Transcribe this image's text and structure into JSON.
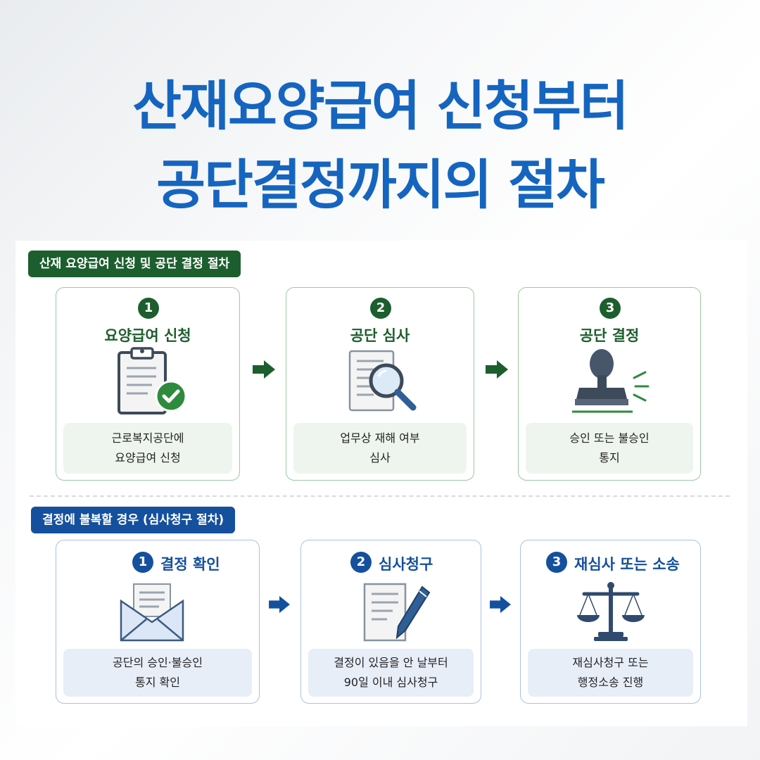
{
  "title": {
    "line1": "산재요양급여 신청부터",
    "line2": "공단결정까지의 절차"
  },
  "section1": {
    "label": "산재 요양급여 신청 및 공단 결정 절차",
    "steps": [
      {
        "num": "1",
        "title": "요양급여 신청",
        "icon": "clipboard-check-icon",
        "desc": [
          "근로복지공단에",
          "요양급여 신청"
        ]
      },
      {
        "num": "2",
        "title": "공단 심사",
        "icon": "document-magnifier-icon",
        "desc": [
          "업무상 재해 여부",
          "심사"
        ]
      },
      {
        "num": "3",
        "title": "공단 결정",
        "icon": "stamp-icon",
        "desc": [
          "승인 또는 불승인",
          "통지"
        ]
      }
    ]
  },
  "section2": {
    "label": "결정에 불복할 경우 (심사청구 절차)",
    "steps": [
      {
        "num": "1",
        "title": "결정 확인",
        "icon": "envelope-letter-icon",
        "desc": [
          "공단의 승인·불승인",
          "통지 확인"
        ]
      },
      {
        "num": "2",
        "title": "심사청구",
        "icon": "document-pen-icon",
        "desc": [
          "결정이 있음을 안 날부터",
          "90일 이내 심사청구"
        ]
      },
      {
        "num": "3",
        "title": "재심사 또는 소송",
        "icon": "scales-icon",
        "desc": [
          "재심사청구 또는",
          "행정소송 진행"
        ]
      }
    ]
  },
  "colors": {
    "title_blue": "#1565c0",
    "green_dark": "#1d5e2e",
    "blue_dark": "#14509d"
  }
}
